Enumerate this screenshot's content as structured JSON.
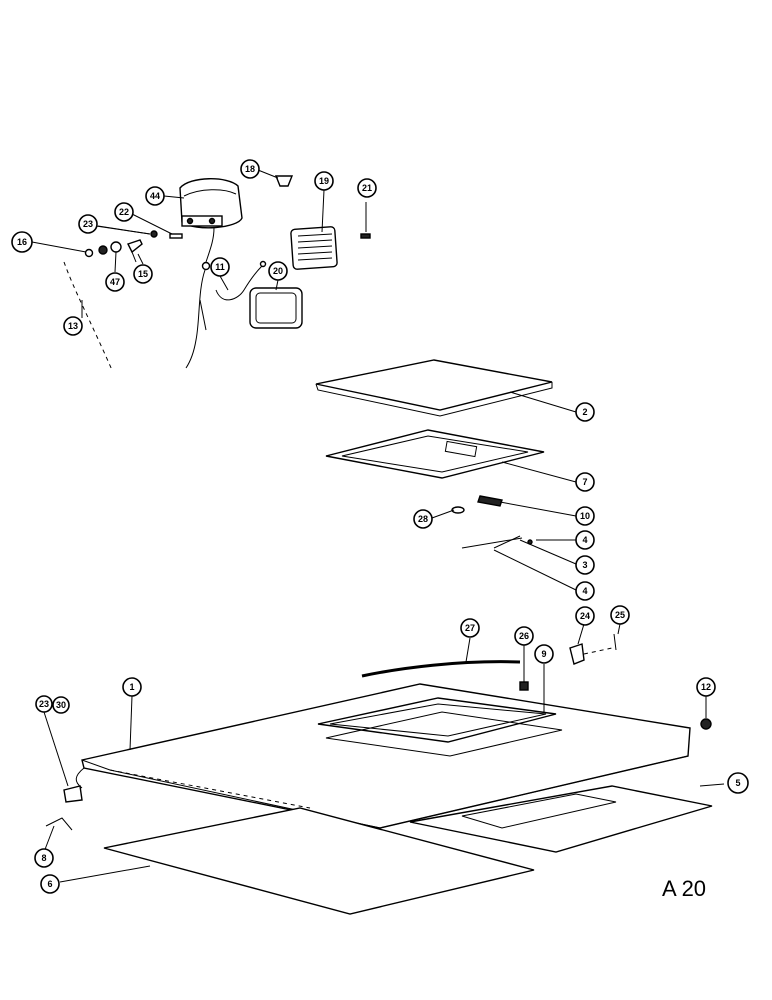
{
  "diagram": {
    "page_code": "A 20",
    "callouts": [
      {
        "id": "c16",
        "label": "16"
      },
      {
        "id": "c23a",
        "label": "23"
      },
      {
        "id": "c22",
        "label": "22"
      },
      {
        "id": "c44",
        "label": "44"
      },
      {
        "id": "c18",
        "label": "18"
      },
      {
        "id": "c19",
        "label": "19"
      },
      {
        "id": "c21",
        "label": "21"
      },
      {
        "id": "c47",
        "label": "47"
      },
      {
        "id": "c15",
        "label": "15"
      },
      {
        "id": "c11",
        "label": "11"
      },
      {
        "id": "c20",
        "label": "20"
      },
      {
        "id": "c13",
        "label": "13"
      },
      {
        "id": "c2",
        "label": "2"
      },
      {
        "id": "c7",
        "label": "7"
      },
      {
        "id": "c10",
        "label": "10"
      },
      {
        "id": "c28",
        "label": "28"
      },
      {
        "id": "c4a",
        "label": "4"
      },
      {
        "id": "c3",
        "label": "3"
      },
      {
        "id": "c4b",
        "label": "4"
      },
      {
        "id": "c24a",
        "label": "24"
      },
      {
        "id": "c25",
        "label": "25"
      },
      {
        "id": "c27",
        "label": "27"
      },
      {
        "id": "c26",
        "label": "26"
      },
      {
        "id": "c9",
        "label": "9"
      },
      {
        "id": "c12",
        "label": "12"
      },
      {
        "id": "c1",
        "label": "1"
      },
      {
        "id": "c23b",
        "label": "23"
      },
      {
        "id": "c30",
        "label": "30"
      },
      {
        "id": "c5",
        "label": "5"
      },
      {
        "id": "c8",
        "label": "8"
      },
      {
        "id": "c6",
        "label": "6"
      }
    ]
  }
}
